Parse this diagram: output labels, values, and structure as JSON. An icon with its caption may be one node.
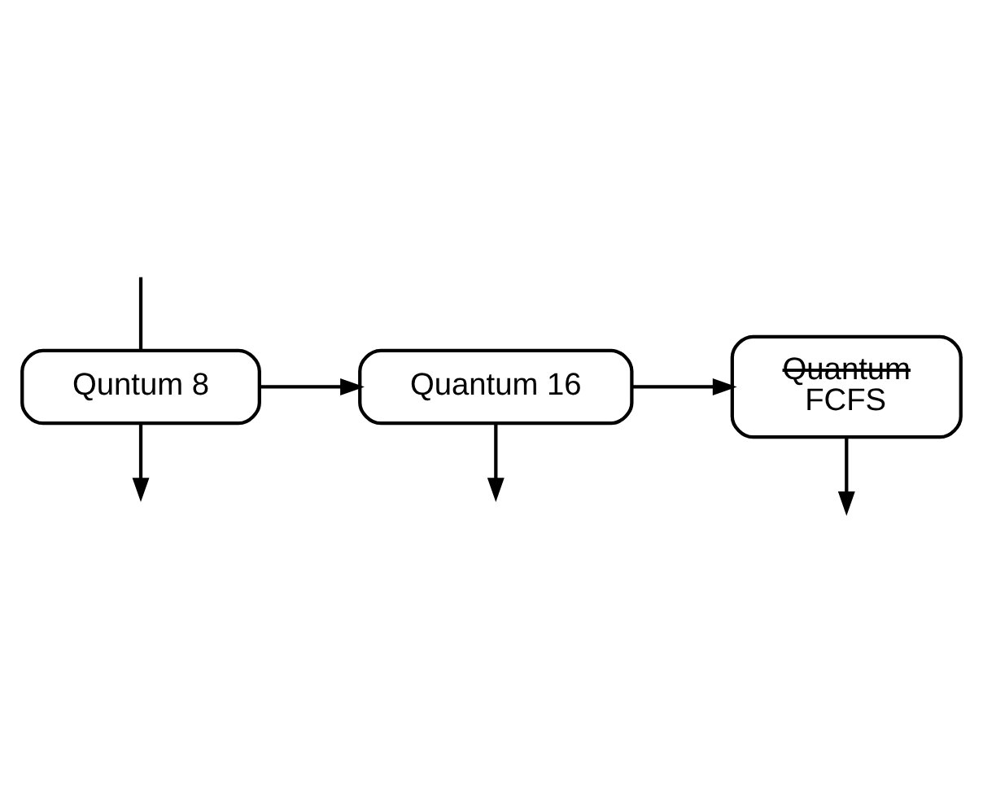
{
  "diagram": {
    "nodes": [
      {
        "text": [
          "Quntum 8"
        ]
      },
      {
        "text": [
          "Quantum 16"
        ]
      },
      {
        "text": [
          "Quantum",
          "FCFS"
        ]
      }
    ],
    "edges": [
      {
        "from": null,
        "to": 0,
        "arrow": "none"
      },
      {
        "from": 0,
        "to": null,
        "arrow": "to"
      },
      {
        "from": 0,
        "to": 1,
        "arrow": "to"
      },
      {
        "from": 1,
        "to": null,
        "arrow": "to"
      },
      {
        "from": 1,
        "to": 2,
        "arrow": "to"
      },
      {
        "from": 2,
        "to": null,
        "arrow": "to"
      }
    ]
  }
}
